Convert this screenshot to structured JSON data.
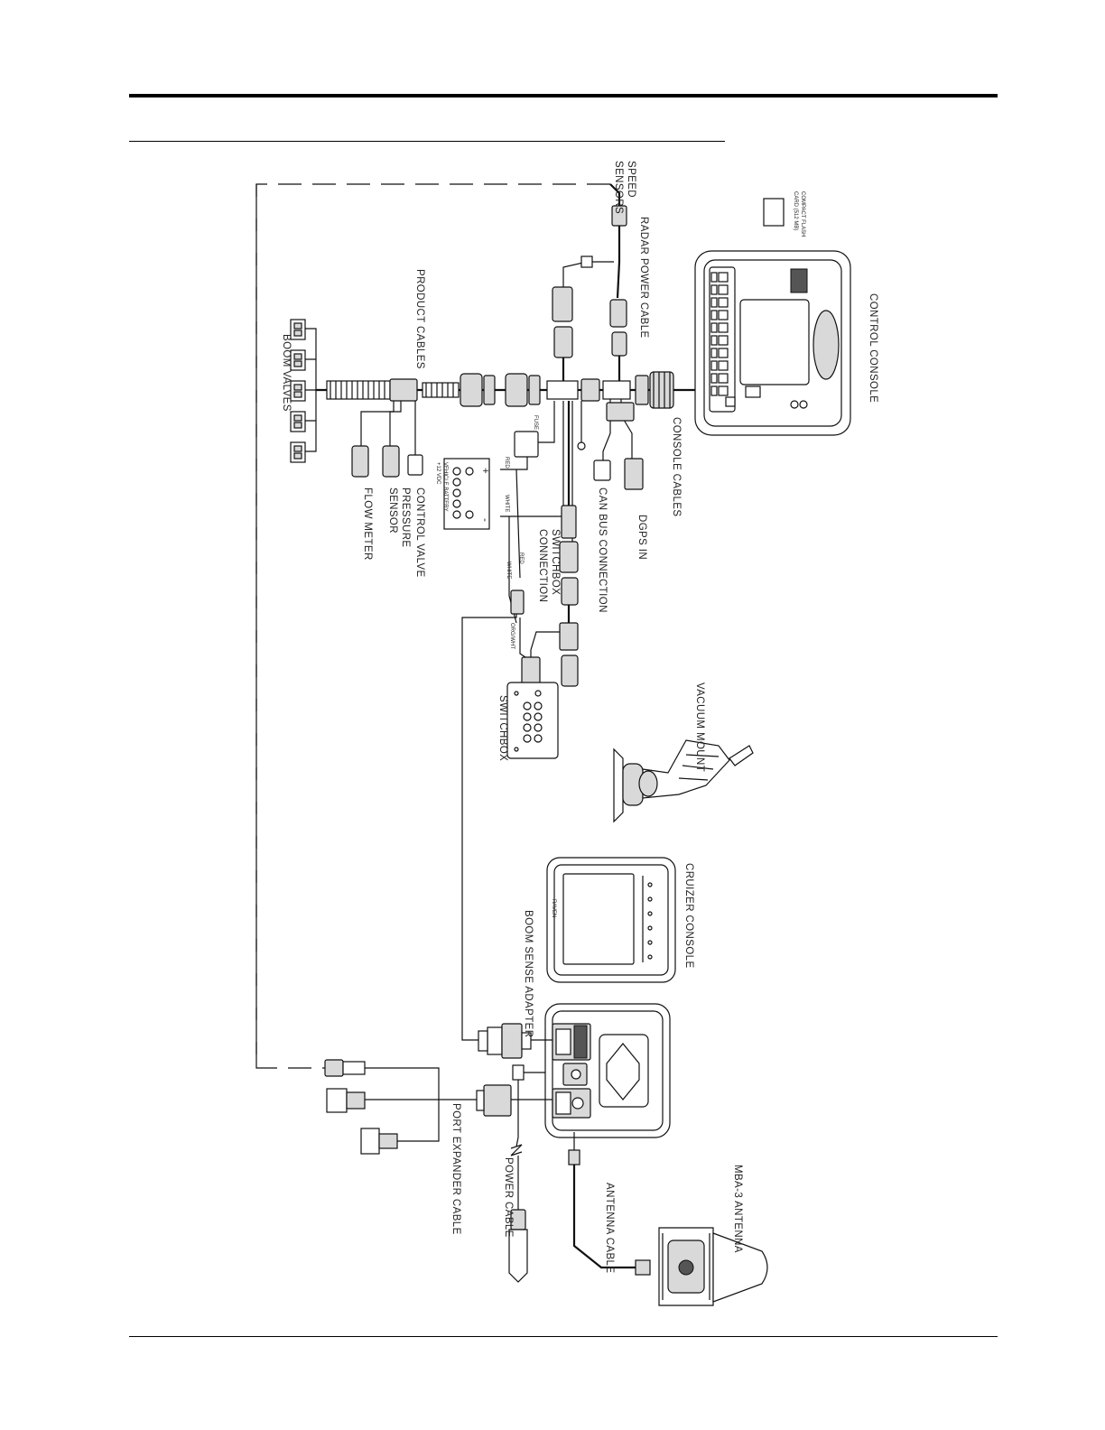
{
  "labels": {
    "speed_sensors_1": "SPEED",
    "speed_sensors_2": "SENSORS",
    "compact_flash_1": "COMPACT FLASH",
    "compact_flash_2": "CARD (512 MB)",
    "radar_power_cable": "RADAR POWER CABLE",
    "control_console": "CONTROL CONSOLE",
    "product_cables": "PRODUCT CABLES",
    "console_cables": "CONSOLE CABLES",
    "boom_valves": "BOOM VALVES",
    "dgps_in": "DGPS IN",
    "can_bus": "CAN BUS CONNECTION",
    "switchbox_conn_1": "SWITCHBOX",
    "switchbox_conn_2": "CONNECTION",
    "control_valve": "CONTROL VALVE",
    "pressure_1": "PRESSURE",
    "pressure_2": "SENSOR",
    "flow_meter": "FLOW METER",
    "switchbox": "SWITCHBOX",
    "vacuum_mount": "VACUUM MOUNT",
    "cruizer_console": "CRUIZER CONSOLE",
    "boom_sense_adapter": "BOOM SENSE ADAPTER",
    "mba3_antenna": "MBA-3 ANTENNA",
    "antenna_cable": "ANTENNA CABLE",
    "power_cable": "POWER CABLE",
    "port_expander_cable": "PORT EXPANDER CABLE",
    "fuse": "FUSE",
    "red": "RED",
    "white": "WHITE",
    "vehicle_battery_1": "VEHICLE BATTERY",
    "vehicle_battery_2": "+12 VDC",
    "plus": "+",
    "minus": "-",
    "raven": "RAVEN"
  }
}
